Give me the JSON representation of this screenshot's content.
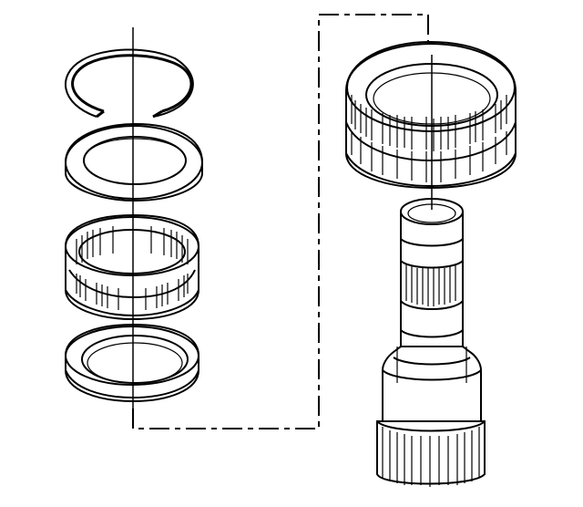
{
  "figure": {
    "type": "exploded-view technical illustration",
    "parts": [
      {
        "name": "snap-ring",
        "icon": "snap-ring-icon"
      },
      {
        "name": "thrust-washer",
        "icon": "washer-icon"
      },
      {
        "name": "roller-bearing",
        "icon": "bearing-icon"
      },
      {
        "name": "bearing-race",
        "icon": "race-icon"
      },
      {
        "name": "ring-gear",
        "icon": "ring-gear-icon"
      },
      {
        "name": "output-shaft",
        "icon": "shaft-icon"
      }
    ],
    "colors": {
      "ink": "#000000",
      "background": "#ffffff"
    }
  }
}
